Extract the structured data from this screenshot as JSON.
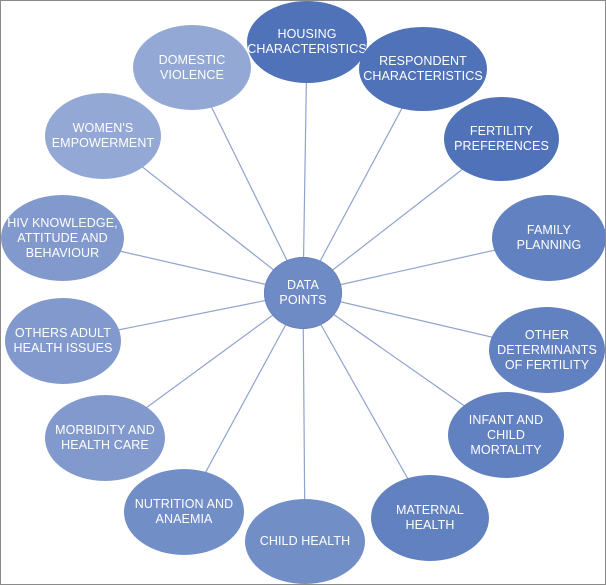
{
  "center": {
    "label": "DATA\nPOINTS"
  },
  "nodes": [
    {
      "id": "housing",
      "label": "HOUSING\nCHARACTERISTICS",
      "tone": "dark"
    },
    {
      "id": "respondent",
      "label": "RESPONDENT\nCHARACTERISTICS",
      "tone": "dark"
    },
    {
      "id": "fertility-preferences",
      "label": "FERTILITY\nPREFERENCES",
      "tone": "dark"
    },
    {
      "id": "family-planning",
      "label": "FAMILY\nPLANNING",
      "tone": "mid1"
    },
    {
      "id": "other-determinants",
      "label": "OTHER\nDETERMINANTS\nOF FERTILITY",
      "tone": "mid1"
    },
    {
      "id": "infant-child-mortality",
      "label": "INFANT AND\nCHILD\nMORTALITY",
      "tone": "mid1"
    },
    {
      "id": "maternal-health",
      "label": "MATERNAL\nHEALTH",
      "tone": "mid1"
    },
    {
      "id": "child-health",
      "label": "CHILD HEALTH",
      "tone": "mid2"
    },
    {
      "id": "nutrition-anaemia",
      "label": "NUTRITION AND\nANAEMIA",
      "tone": "mid2"
    },
    {
      "id": "morbidity-health-care",
      "label": "MORBIDITY AND\nHEALTH CARE",
      "tone": "light1"
    },
    {
      "id": "other-adult-health",
      "label": "OTHERS ADULT\nHEALTH ISSUES",
      "tone": "light1"
    },
    {
      "id": "hiv-knowledge",
      "label": "HIV KNOWLEDGE,\nATTITUDE AND\nBEHAVIOUR",
      "tone": "light1"
    },
    {
      "id": "womens-empowerment",
      "label": "WOMEN'S\nEMPOWERMENT",
      "tone": "light2"
    },
    {
      "id": "domestic-violence",
      "label": "DOMESTIC\nVIOLENCE",
      "tone": "light2"
    }
  ],
  "colors": {
    "dark": "#4f72b8",
    "mid1": "#6281c0",
    "mid2": "#718ec6",
    "light1": "#8199cc",
    "light2": "#93a8d4",
    "center": "#6e8bc5",
    "spoke": "#8fa3cf"
  }
}
